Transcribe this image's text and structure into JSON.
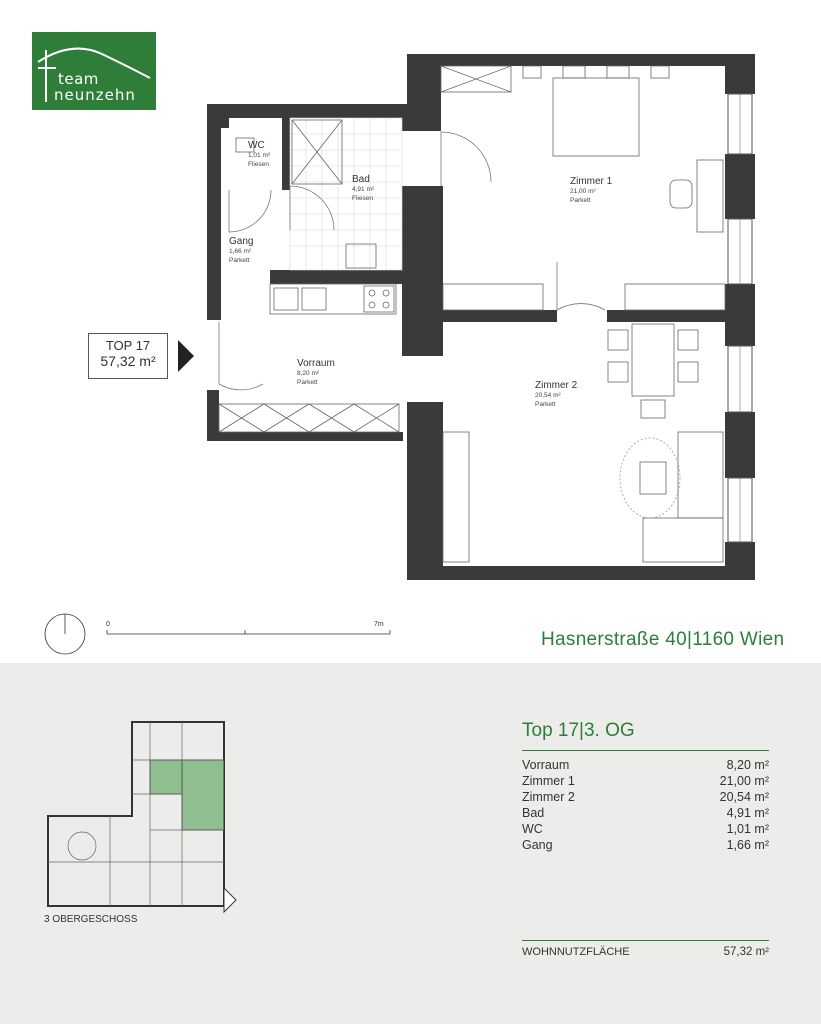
{
  "brand": {
    "logo_line1": "team",
    "logo_line2": "neunzehn",
    "color": "#2e7d38"
  },
  "unit_badge": {
    "name": "TOP 17",
    "area": "57,32 m²"
  },
  "rooms": {
    "wc": {
      "name": "WC",
      "area": "1,01 m²",
      "floor": "Fliesen"
    },
    "bad": {
      "name": "Bad",
      "area": "4,91 m²",
      "floor": "Fliesen"
    },
    "gang": {
      "name": "Gang",
      "area": "1,66 m²",
      "floor": "Parkett"
    },
    "vorraum": {
      "name": "Vorraum",
      "area": "8,20 m²",
      "floor": "Parkett"
    },
    "zimmer1": {
      "name": "Zimmer 1",
      "area": "21,00 m²",
      "floor": "Parkett"
    },
    "zimmer2": {
      "name": "Zimmer 2",
      "area": "20,54 m²",
      "floor": "Parkett"
    }
  },
  "scale": {
    "start": "0",
    "end": "7m"
  },
  "address": "Hasnerstraße 40|1160 Wien",
  "summary": {
    "title": "Top 17|3. OG",
    "rows": [
      {
        "name": "Vorraum",
        "value": "8,20 m²"
      },
      {
        "name": "Zimmer 1",
        "value": "21,00 m²"
      },
      {
        "name": "Zimmer 2",
        "value": "20,54 m²"
      },
      {
        "name": "Bad",
        "value": "4,91 m²"
      },
      {
        "name": "WC",
        "value": "1,01 m²"
      },
      {
        "name": "Gang",
        "value": "1,66 m²"
      }
    ],
    "total_label": "WOHNNUTZFLÄCHE",
    "total_value": "57,32 m²"
  },
  "floor_overview": {
    "label": "3 OBERGESCHOSS",
    "highlight_color": "#8fbf91"
  },
  "colors": {
    "wall": "#3a3a3a",
    "panel": "#ececeb",
    "accent": "#2e7d38"
  }
}
